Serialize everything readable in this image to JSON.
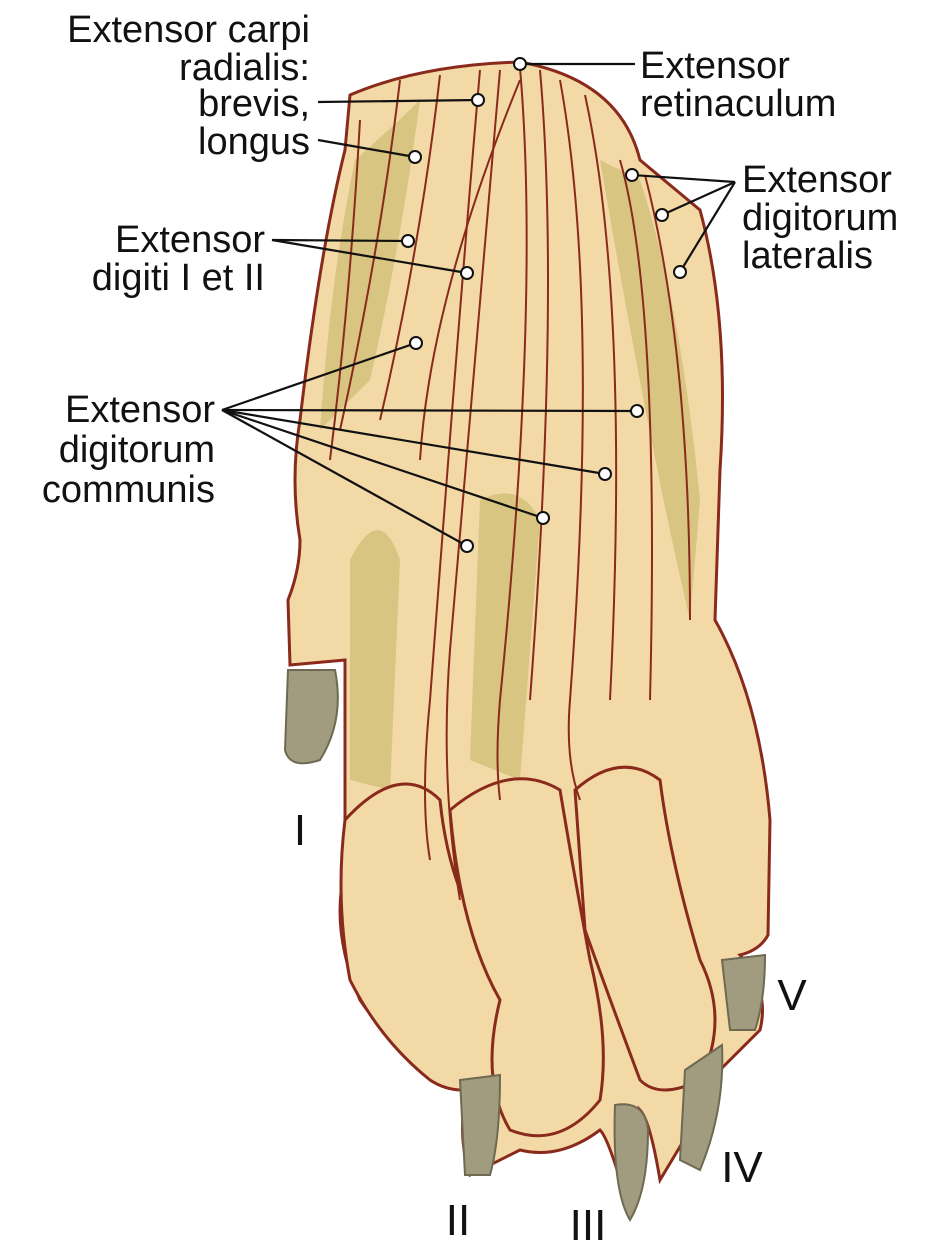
{
  "labels": {
    "ecr_line1": "Extensor carpi",
    "ecr_line2": "radialis:",
    "ecr_line3": "brevis,",
    "ecr_line4": "longus",
    "ret_line1": "Extensor",
    "ret_line2": "retinaculum",
    "edl_line1": "Extensor",
    "edl_line2": "digitorum",
    "edl_line3": "lateralis",
    "edi_line1": "Extensor",
    "edi_line2": "digiti I et II",
    "edc_line1": "Extensor",
    "edc_line2": "digitorum",
    "edc_line3": "communis"
  },
  "digits": {
    "d1": "I",
    "d2": "II",
    "d3": "III",
    "d4": "IV",
    "d5": "V"
  },
  "colors": {
    "skin": "#f3d9a6",
    "outline": "#8a2a1c",
    "shadow": "#cdbd74",
    "claw": "#a19c7f"
  }
}
